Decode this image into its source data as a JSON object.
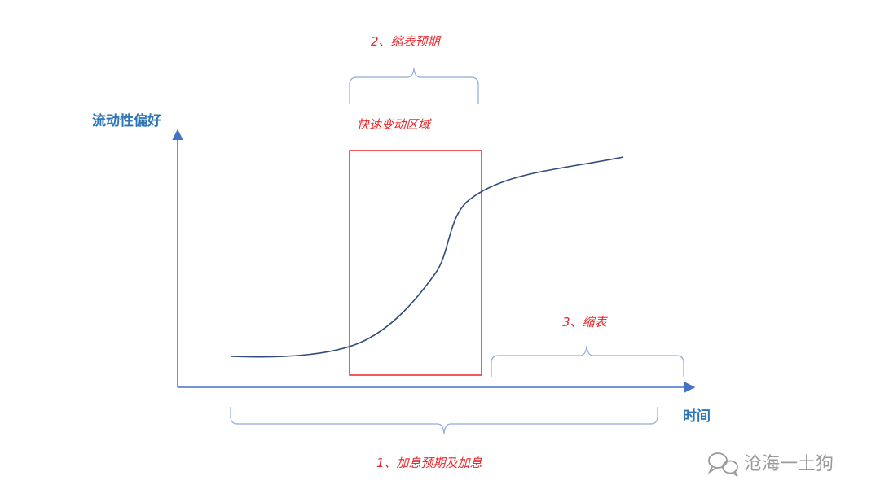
{
  "axes": {
    "y_label": "流动性偏好",
    "x_label": "时间",
    "color": "#4472c4"
  },
  "annotations": {
    "rapid_change_zone": "快速变动区域",
    "phase_1": "1、加息预期及加息",
    "phase_2": "2、缩表预期",
    "phase_3": "3、缩表"
  },
  "colors": {
    "curve": "#2f4b7c",
    "highlight_box": "#e8262a",
    "annotation_text": "#e8262a",
    "axis_label": "#2e75b6",
    "brace": "#8faadc"
  },
  "watermark": {
    "icon": "wechat-icon",
    "text": "沧海一土狗"
  }
}
